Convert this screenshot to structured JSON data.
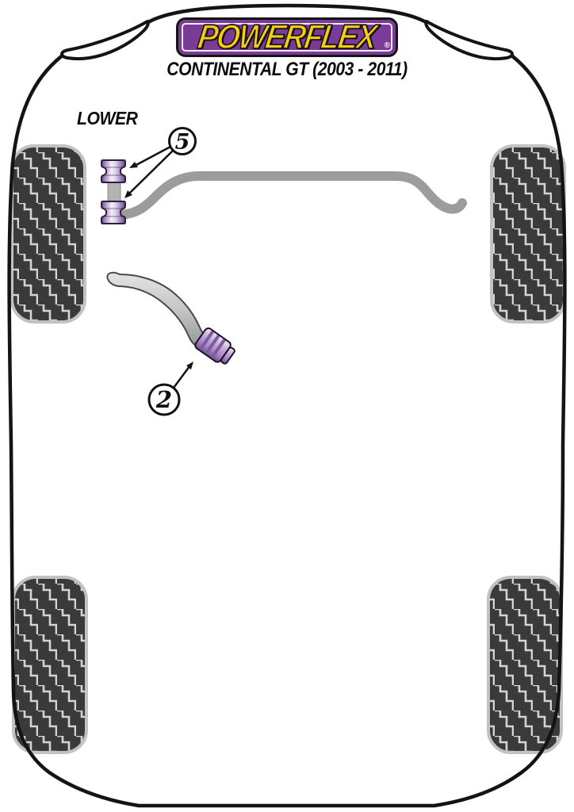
{
  "header": {
    "logo_text": "POWERFLEX",
    "registered_mark": "®",
    "subtitle": "CONTINENTAL GT (2003 - 2011)"
  },
  "diagram": {
    "section_label": "LOWER",
    "callouts": [
      {
        "number": "5"
      },
      {
        "number": "2"
      }
    ]
  },
  "colors": {
    "logo_purple": "#7a3b97",
    "logo_yellow": "#f8cc12",
    "outline_black": "#141414",
    "bar_gray": "#9c9c9c",
    "link_gray": "#b3b3b3",
    "bush_purple_light": "#f4eff9",
    "bush_purple_dark": "#5e4378",
    "tire_dark": "#3a3a3a",
    "tread_light": "#d4d4d4",
    "tire_rim": "#c2c2c2"
  }
}
